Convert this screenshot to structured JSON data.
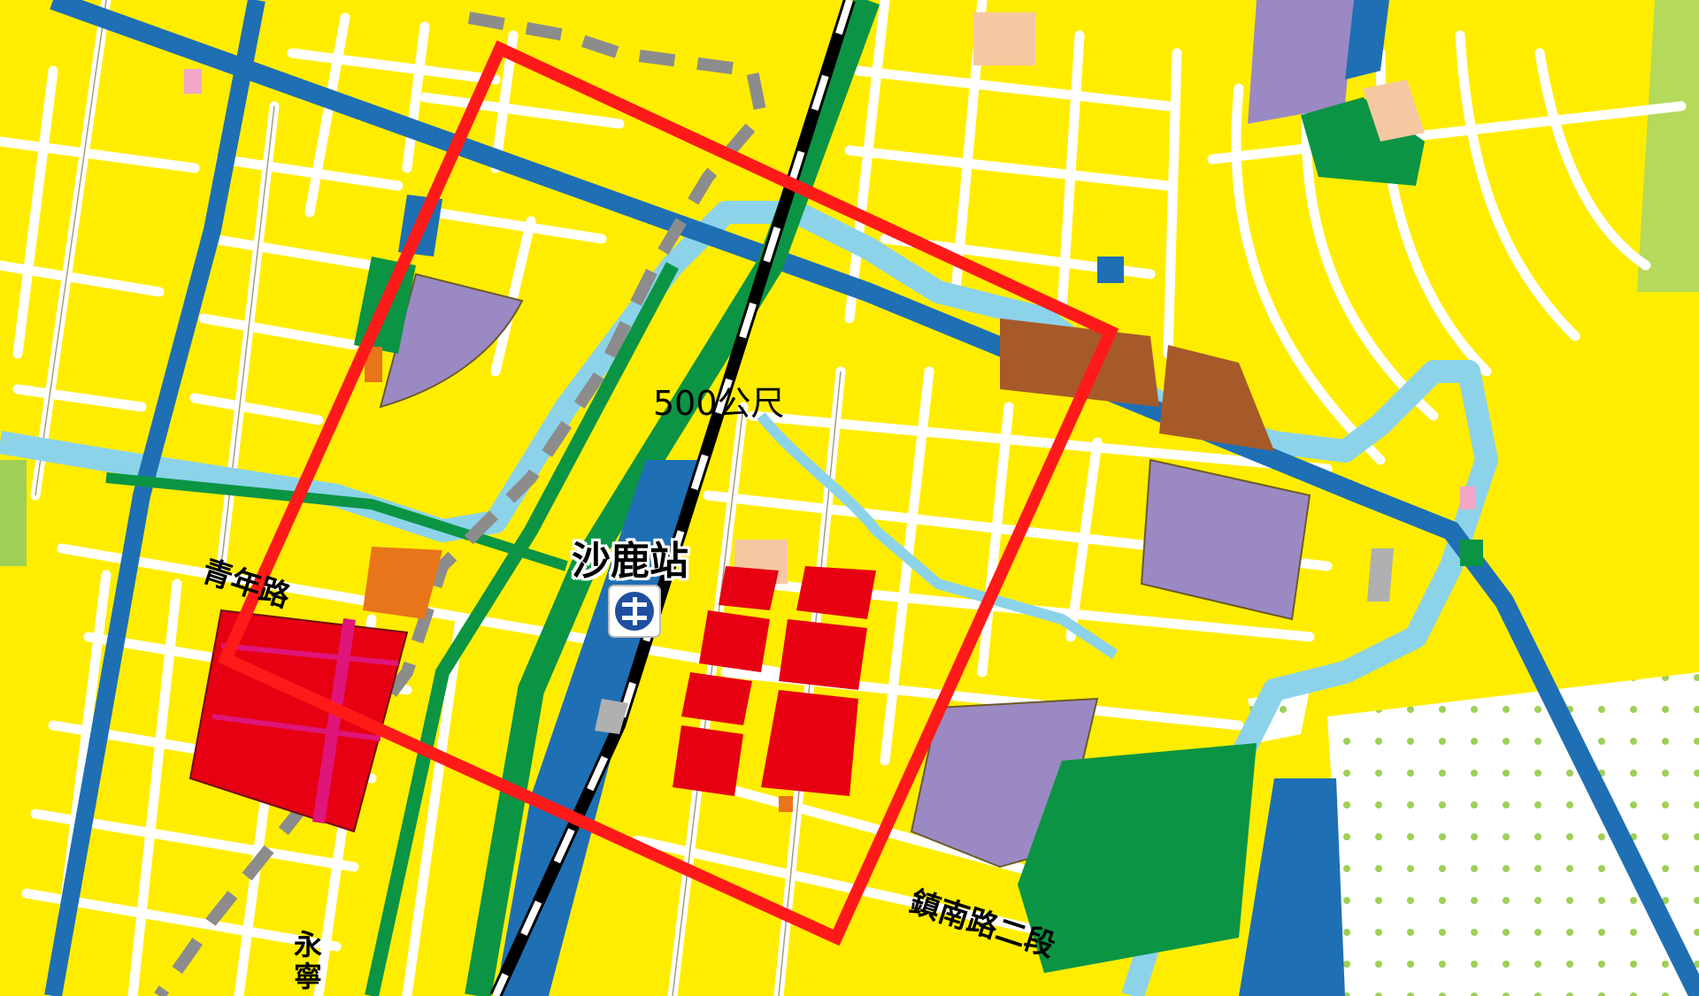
{
  "map": {
    "scale_label": "500公尺",
    "station_name": "沙鹿站",
    "roads": {
      "qingnian": "青年路",
      "zhennan": "鎮南路二段",
      "yongning": "永寧"
    },
    "colors": {
      "residential": "#ffed00",
      "commercial": "#e60012",
      "public_facility": "#9b89c4",
      "park_green": "#0b9444",
      "railway_land": "#1f6fb4",
      "river": "#8cd3ea",
      "industrial": "#a65a2a",
      "school": "#f6c8a1",
      "highlight_box": "#ff1a1a",
      "road": "#ffffff",
      "agricultural": "#9fcf55"
    },
    "highlight_area": "500m radius square around station"
  }
}
